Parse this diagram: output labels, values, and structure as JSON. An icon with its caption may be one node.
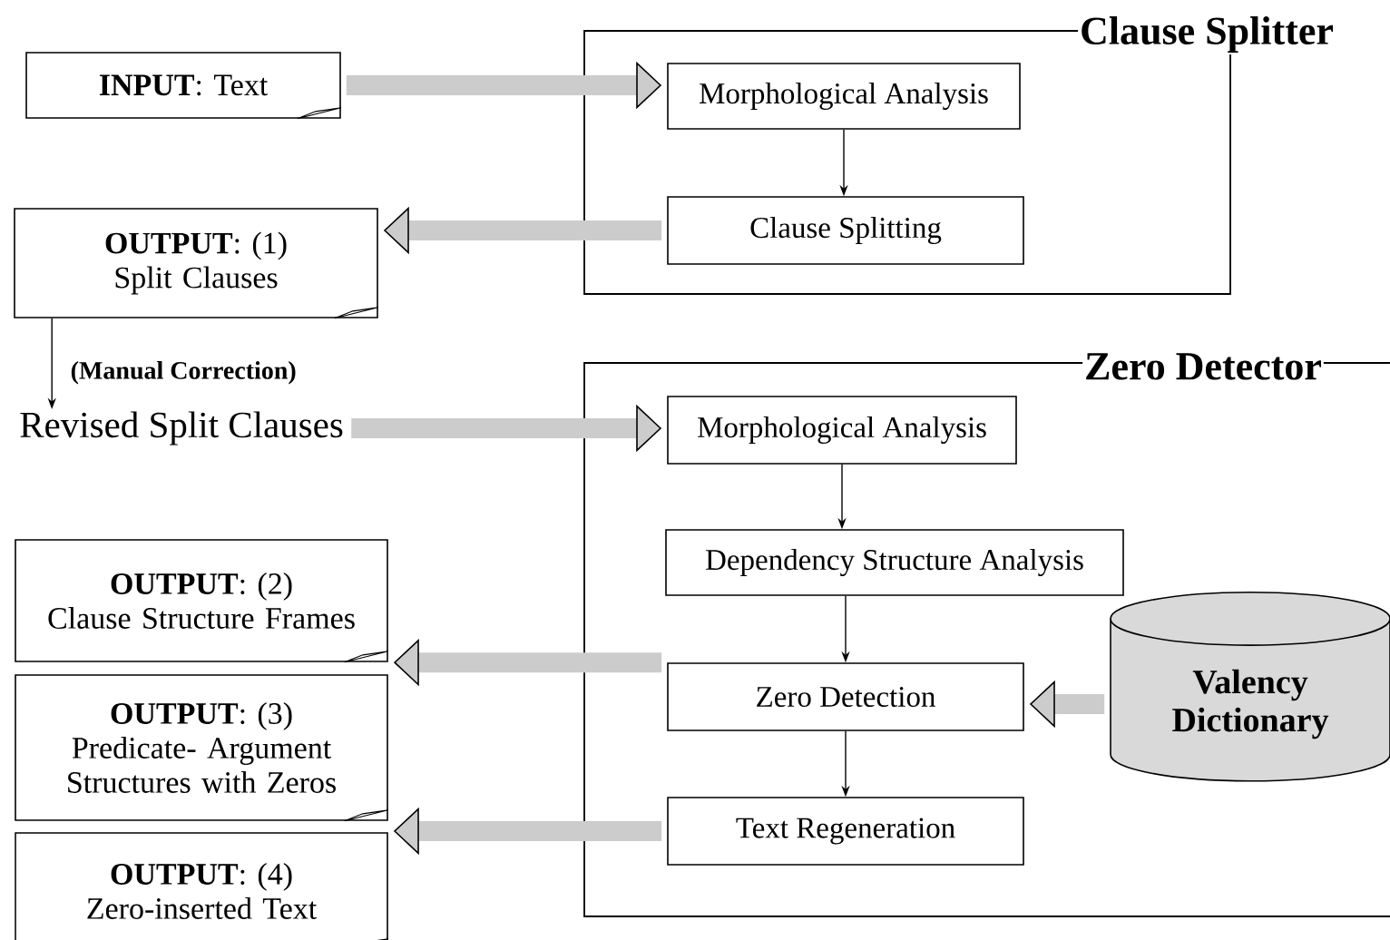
{
  "diagram": {
    "nodes": [
      {
        "text": [
          "Clause Splitter"
        ]
      },
      {
        "text": [
          "Morphological Analysis"
        ],
        "in": 0
      },
      {
        "text": [
          "Clause Splitting"
        ],
        "in": 0
      },
      {
        "text": [
          "Zero Detector"
        ]
      },
      {
        "text": [
          "Morphological Analysis"
        ],
        "in": 3
      },
      {
        "text": [
          "Dependency Structure Analysis"
        ],
        "in": 3
      },
      {
        "text": [
          "Zero Detection"
        ],
        "in": 3
      },
      {
        "text": [
          "Text Regeneration"
        ],
        "in": 3
      },
      {
        "text": [
          "Valency Dictionary"
        ],
        "in": 3
      },
      {
        "text": [
          "**INPUT**: Text"
        ]
      },
      {
        "text": [
          "**OUTPUT**: (1)",
          "Split Clauses"
        ]
      },
      {
        "text": [
          "Revised Split Clauses"
        ]
      },
      {
        "text": [
          "**OUTPUT**: (2)",
          "Clause Structure Frames"
        ]
      },
      {
        "text": [
          "**OUTPUT**: (3)",
          "Predicate- Argument Structures with Zeros"
        ]
      },
      {
        "text": [
          "**OUTPUT**: (4)",
          "Zero-inserted Text"
        ]
      }
    ],
    "edges": [
      {
        "from": 9,
        "to": 1,
        "arrow": "to"
      },
      {
        "from": 1,
        "to": 2,
        "arrow": "to",
        "color": "#000000"
      },
      {
        "from": 2,
        "to": 10,
        "arrow": "to"
      },
      {
        "from": 10,
        "to": 11,
        "arrow": "to",
        "label": "(Manual Correction)",
        "color": "#000000"
      },
      {
        "from": 11,
        "to": 4,
        "arrow": "to"
      },
      {
        "from": 4,
        "to": 5,
        "arrow": "to",
        "color": "#000000"
      },
      {
        "from": 5,
        "to": 6,
        "arrow": "to",
        "color": "#000000"
      },
      {
        "from": 6,
        "to": 7,
        "arrow": "to",
        "color": "#000000"
      },
      {
        "from": 6,
        "to": 12,
        "arrow": "to"
      },
      {
        "from": 7,
        "to": 14,
        "arrow": "to"
      },
      {
        "from": 8,
        "to": 6,
        "arrow": "to"
      }
    ]
  }
}
